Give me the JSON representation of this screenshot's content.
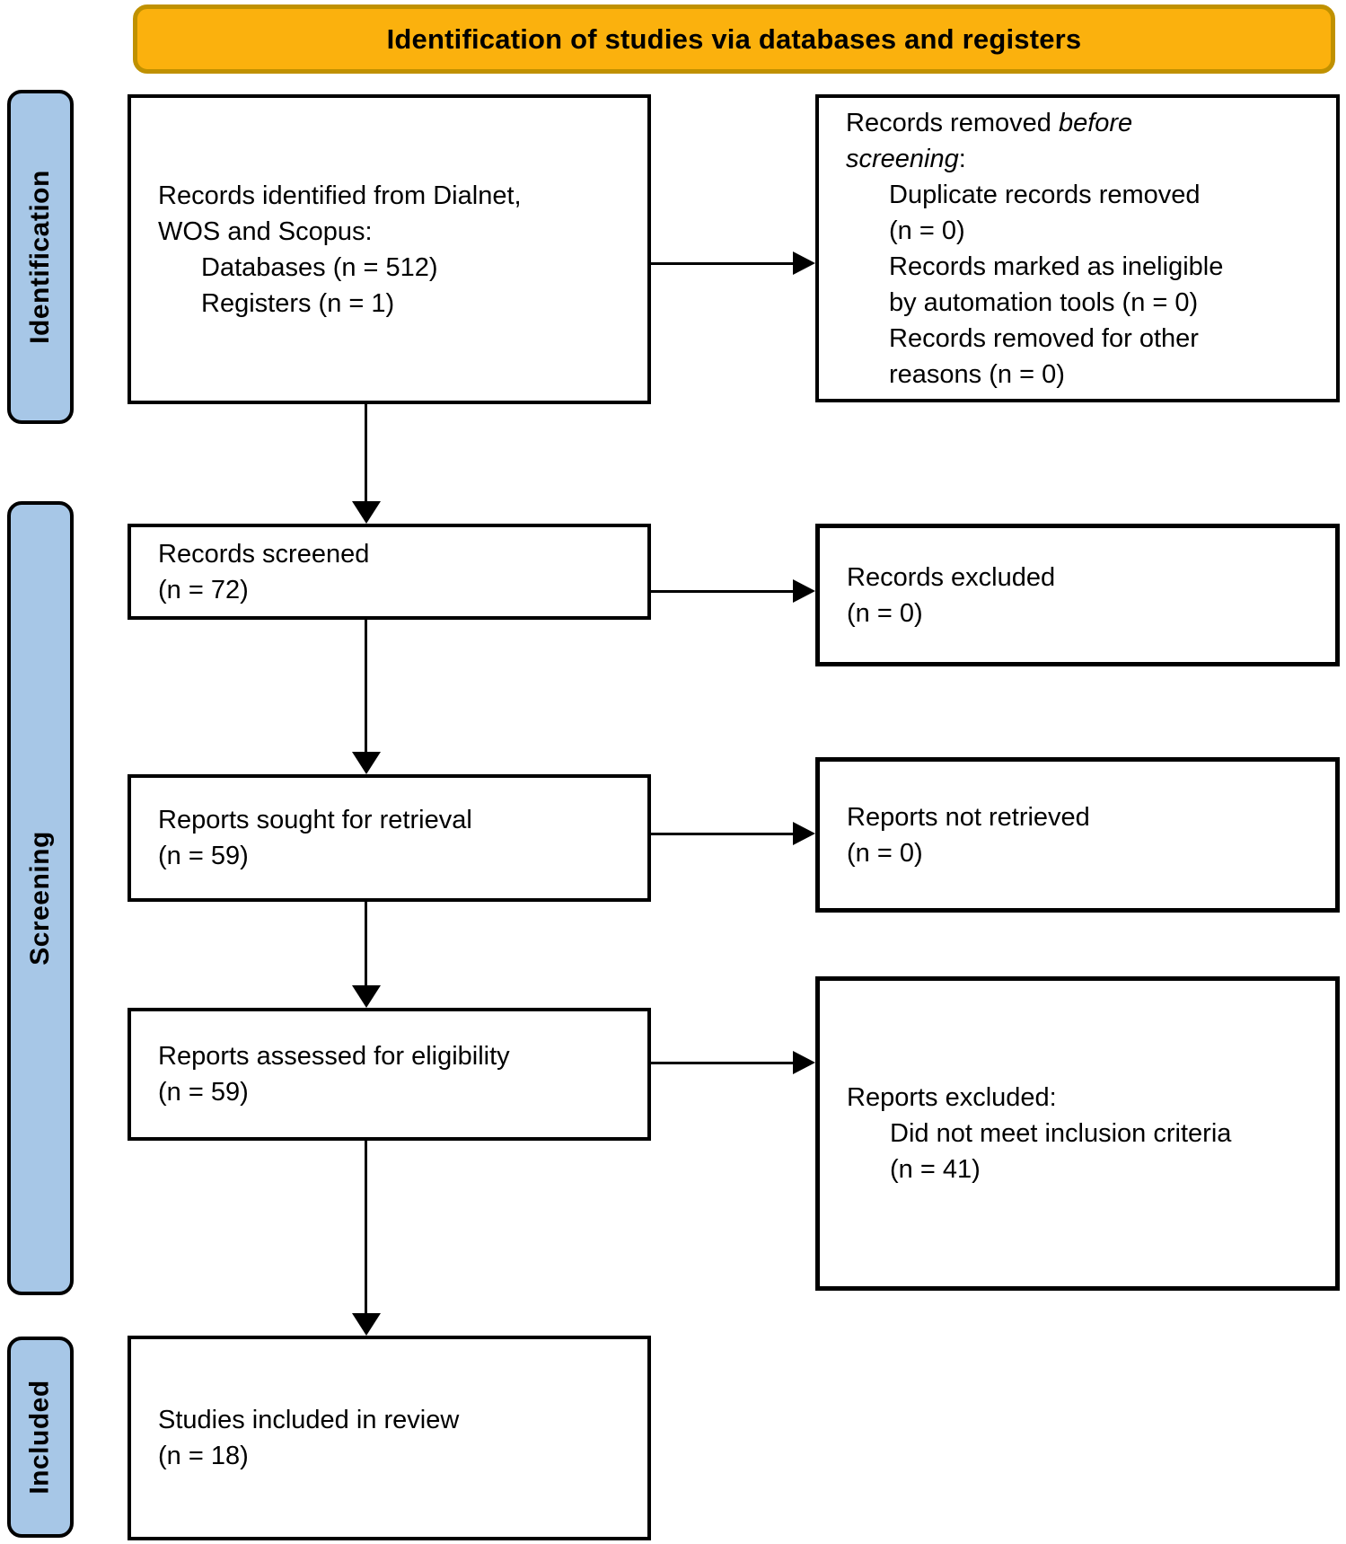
{
  "banner": {
    "title": "Identification of studies via databases and registers"
  },
  "sidebar": [
    {
      "label": "Identification"
    },
    {
      "label": "Screening"
    },
    {
      "label": "Included"
    }
  ],
  "colors": {
    "banner-fill": "#FBB10D",
    "banner-border": "#C09100",
    "stage-fill": "#A7C7E7",
    "box-border": "#000000",
    "arrow": "#000000"
  },
  "boxes": {
    "identified": {
      "line1": "Records identified from Dialnet,",
      "line2": "WOS and Scopus:",
      "line3": "Databases (n = 512)",
      "line4": "Registers (n = 1)"
    },
    "removed": {
      "line1_runs": [
        {
          "t": "Records removed "
        },
        {
          "t": "before",
          "i": true
        }
      ],
      "line2_runs": [
        {
          "t": "screening",
          "i": true
        },
        {
          "t": ":"
        }
      ],
      "line3": "Duplicate records removed",
      "line4": "(n = 0)",
      "line5": "Records marked as ineligible",
      "line6": "by automation tools (n = 0)",
      "line7": "Records removed for other",
      "line8": "reasons (n = 0)"
    },
    "screened": {
      "line1": "Records screened",
      "line2": "(n = 72)"
    },
    "records_excluded": {
      "line1": "Records excluded",
      "line2": "(n = 0)"
    },
    "sought": {
      "line1": "Reports sought for retrieval",
      "line2": "(n = 59)"
    },
    "not_retrieved": {
      "line1": "Reports not retrieved",
      "line2": "(n = 0)"
    },
    "assessed": {
      "line1": "Reports assessed for eligibility",
      "line2": "(n = 59)"
    },
    "reports_excluded": {
      "line1": "Reports excluded:",
      "line2": "Did not meet inclusion criteria",
      "line3": "(n = 41)"
    },
    "included": {
      "line1": "Studies included in review",
      "line2": "(n = 18)"
    }
  }
}
